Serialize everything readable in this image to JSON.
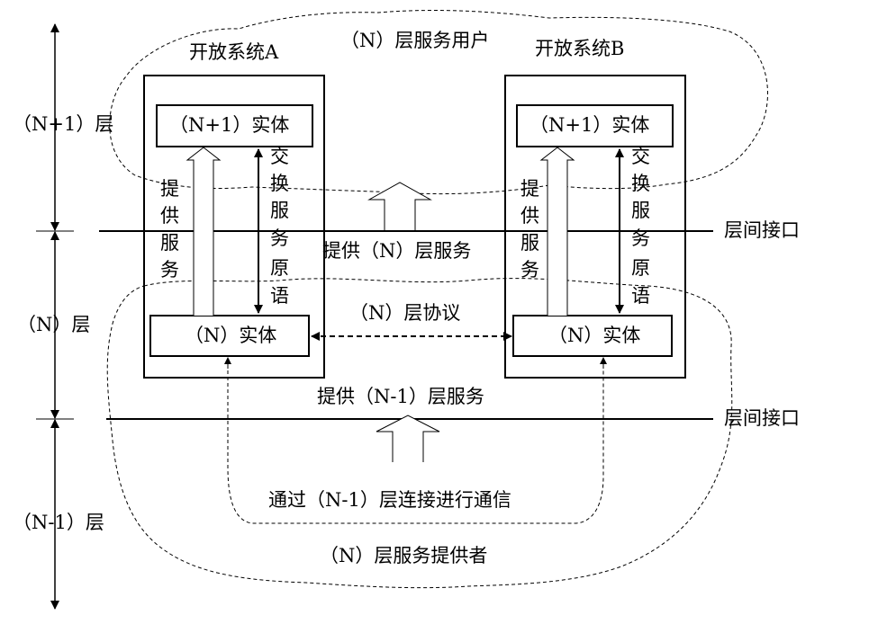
{
  "diagram": {
    "layers": {
      "upper": "（N+1）层",
      "middle": "（N）层",
      "lower": "（N-1）层"
    },
    "interfaces": {
      "upper": "层间接口",
      "lower": "层间接口"
    },
    "regions": {
      "service_user": "（N）层服务用户",
      "service_provider": "（N）层服务提供者"
    },
    "system_a": {
      "title": "开放系统A",
      "upper_entity": "（N+1）实体",
      "lower_entity": "（N）实体",
      "provide_service": [
        "提",
        "供",
        "服",
        "务"
      ],
      "exchange_primitive": [
        "交",
        "换",
        "服",
        "务",
        "原",
        "语"
      ]
    },
    "system_b": {
      "title": "开放系统B",
      "upper_entity": "（N+1）实体",
      "lower_entity": "（N）实体",
      "provide_service": [
        "提",
        "供",
        "服",
        "务"
      ],
      "exchange_primitive": [
        "交",
        "换",
        "服",
        "务",
        "原",
        "语"
      ]
    },
    "labels": {
      "provide_n_service": "提供（N）层服务",
      "n_protocol": "（N）层协议",
      "provide_n1_service": "提供（N-1）层服务",
      "n1_connection": "通过（N-1）层连接进行通信"
    }
  }
}
